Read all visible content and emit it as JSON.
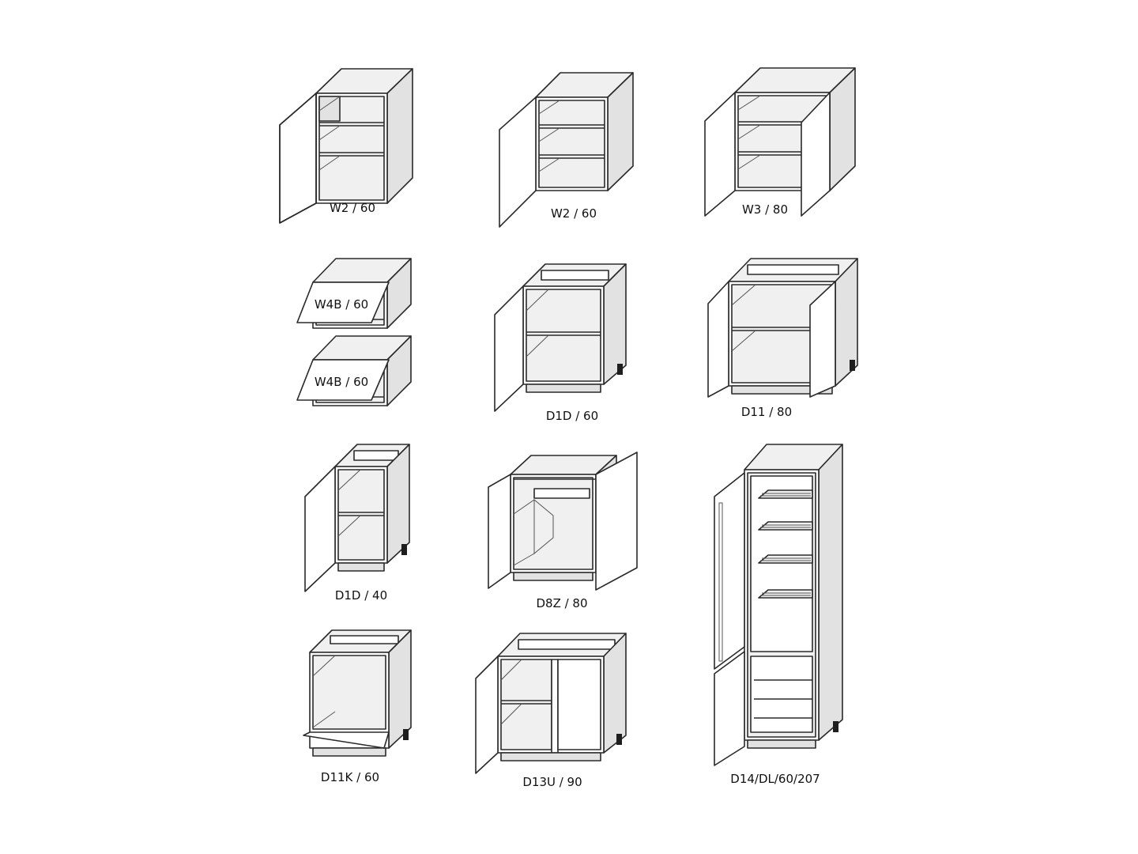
{
  "labels": {
    "w2_60_a": "W2 / 60",
    "w2_60_b": "W2 / 60",
    "w3_80": "W3 / 80",
    "w4b_60_a": "W4B / 60",
    "w4b_60_b": "W4B / 60",
    "d1d_60": "D1D / 60",
    "d11_80": "D11 / 80",
    "d1d_40": "D1D / 40",
    "d8z_80": "D8Z / 80",
    "d14": "D14/DL/60/207",
    "d11k_60": "D11K / 60",
    "d13u_90": "D13U / 90"
  }
}
